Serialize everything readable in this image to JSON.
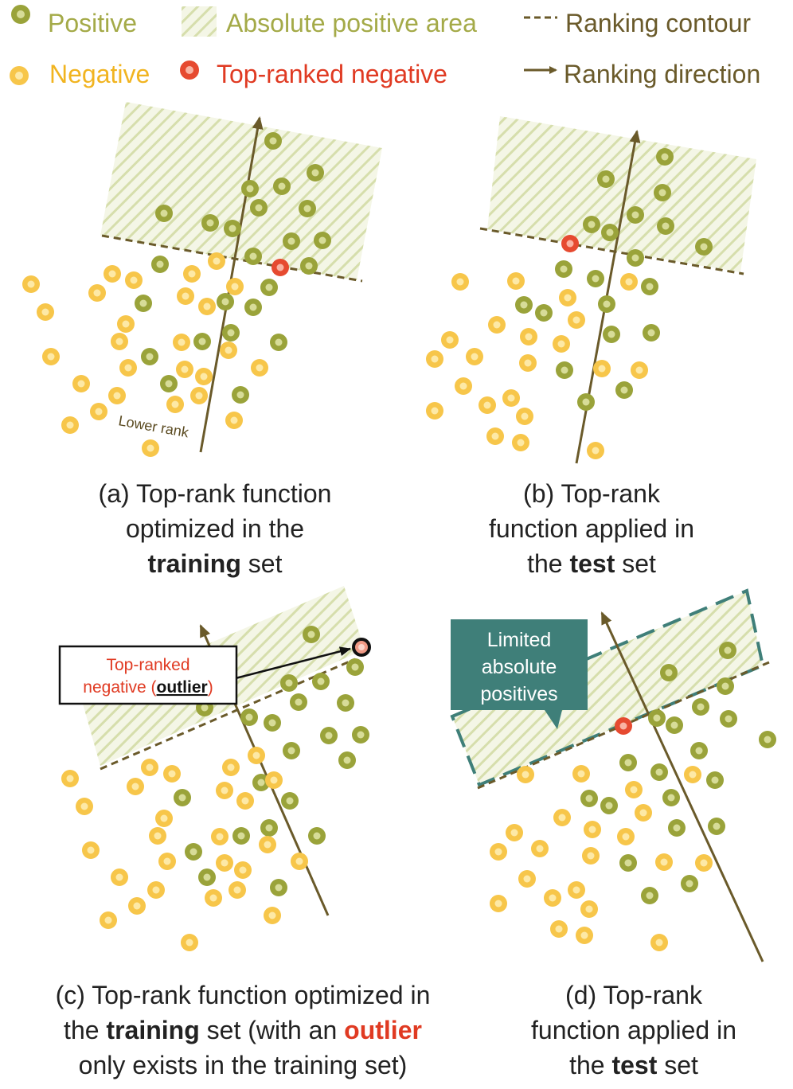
{
  "colors": {
    "positive_fill": "#9aa33a",
    "positive_inner": "#d7dc98",
    "negative_fill": "#f7c64a",
    "negative_inner": "#fde9a6",
    "top_negative_fill": "#e64a30",
    "top_negative_inner": "#f9b3a2",
    "arrow": "#6a5a2a",
    "contour": "#6a5a2a",
    "hatch": "#dde4b8",
    "teal": "#3f7f79",
    "text_positive": "#a4aa48",
    "text_negative": "#f1b420",
    "text_top_negative": "#e03a22",
    "text_dark": "#6a5a2a"
  },
  "legend": {
    "positive": "Positive",
    "negative": "Negative",
    "area": "Absolute positive area",
    "top_negative": "Top-ranked negative",
    "contour": "Ranking contour",
    "direction": "Ranking direction"
  },
  "panels": {
    "a": {
      "label_lower_rank": "Lower rank",
      "caption": {
        "l1": "(a) Top-rank function",
        "l2": "optimized in the",
        "l3_bold": "training",
        "l3_rest": " set"
      }
    },
    "b": {
      "caption": {
        "l1": "(b) Top-rank",
        "l2": "function applied in",
        "l3_pre": "the ",
        "l3_bold": "test",
        "l3_rest": " set"
      }
    },
    "c": {
      "callout": {
        "line1": "Top-ranked",
        "line2_pre": "negative (",
        "line2_bold": "outlier",
        "line2_post": ")"
      },
      "caption": {
        "l1": "(c) Top-rank function optimized in",
        "l2_pre": "the ",
        "l2_bold": "training",
        "l2_mid": " set (with an ",
        "l2_red": "outlier",
        "l3": "only exists in the training set)"
      }
    },
    "d": {
      "callout": {
        "line1": "Limited",
        "line2": "absolute",
        "line3": "positives"
      },
      "caption": {
        "l1": "(d) Top-rank",
        "l2": "function applied in",
        "l3_pre": "the ",
        "l3_bold": "test",
        "l3_rest": " set"
      }
    }
  }
}
